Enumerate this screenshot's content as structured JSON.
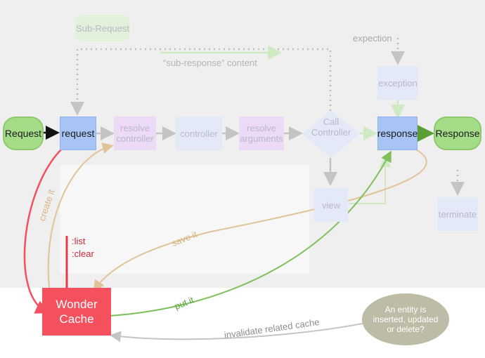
{
  "nodes": {
    "request_pill": "Request",
    "request_box": "request",
    "resolve_controller": "resolve\ncontroller",
    "controller": "controller",
    "resolve_arguments": "resolve\narguments",
    "call_controller": "Call\nController",
    "response_box": "response",
    "response_pill": "Response",
    "view": "view",
    "exception": "exception",
    "terminate": "terminate",
    "sub_request": "Sub-Request",
    "wonder_cache": "Wonder\nCache",
    "entity_note": "An entity is\ninserted, updated\nor delete?"
  },
  "labels": {
    "expection": "expection",
    "sub_response": "“sub-response” content",
    "create_it": "create it",
    "list": ":list",
    "clear": ":clear",
    "save_it": "save it",
    "put_it": "put it",
    "invalidate": "invalidate related cache"
  },
  "colors": {
    "green_pill": "#a5dc88",
    "blue_box": "#a7c4f5",
    "wonder_red": "#f4505d",
    "red_arrow": "#f4505d",
    "tan_arrow": "#e0c498",
    "green_arrow": "#7fbf5c",
    "grey_arrow": "#c4c4c4"
  }
}
